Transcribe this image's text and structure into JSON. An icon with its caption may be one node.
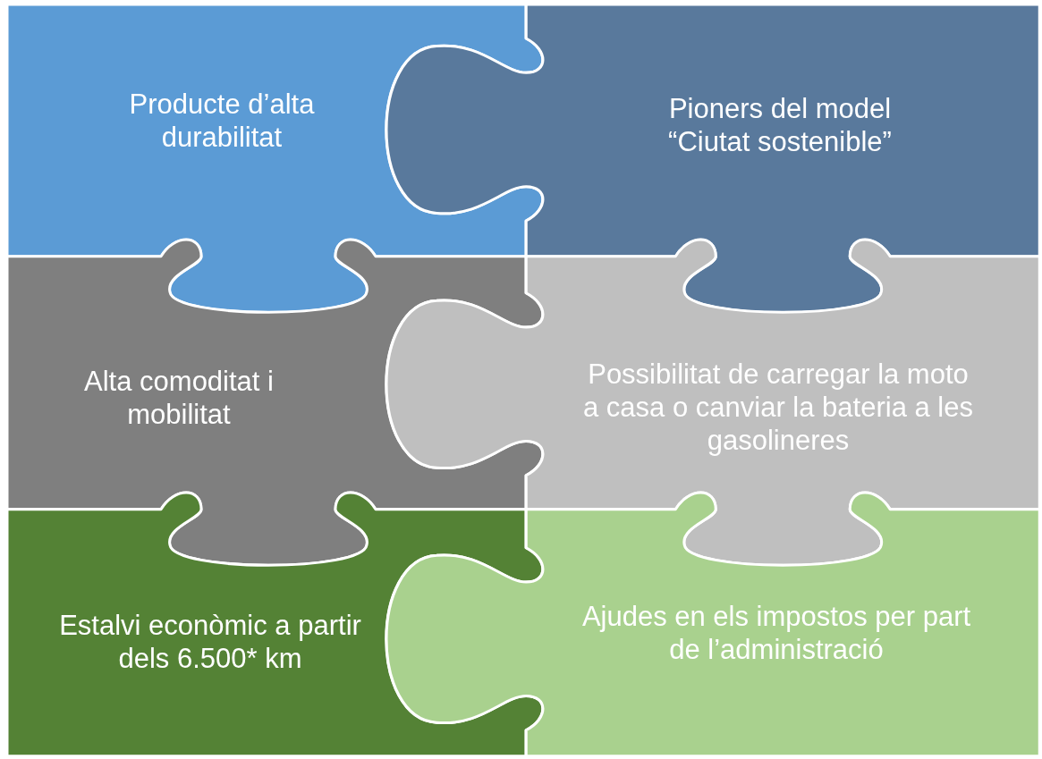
{
  "diagram": {
    "nodes": [
      {
        "text": [
          "Producte d’alta durabilitat"
        ]
      },
      {
        "text": [
          "Pioners del model “Ciutat sostenible”"
        ]
      },
      {
        "text": [
          "Alta comoditat i mobilitat"
        ]
      },
      {
        "text": [
          "Possibilitat de carregar la moto a casa o canviar la bateria a les gasolineres"
        ]
      },
      {
        "text": [
          "Estalvi econòmic a partir dels 6.500* km"
        ]
      },
      {
        "text": [
          "Ajudes en els impostos per part de l’administració"
        ]
      }
    ]
  }
}
